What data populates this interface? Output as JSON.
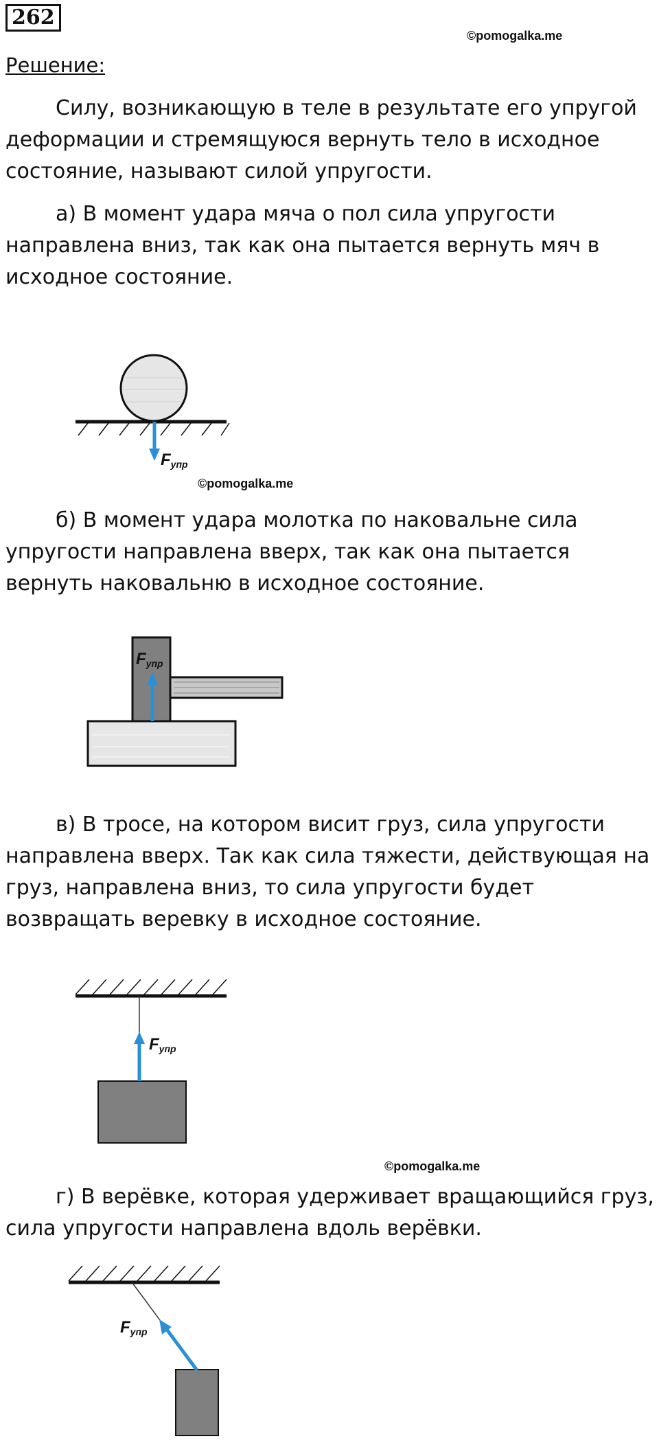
{
  "problem_number": "262",
  "watermark": "©pomogalka.me",
  "heading": "Решение:",
  "paragraphs": {
    "intro": "Силу, возникающую в теле в результате его упругой деформации и стремящуюся вернуть тело в исходное состояние, называют силой упругости.",
    "a": "а) В момент удара мяча о пол сила упругости направлена вниз, так как она пытается вернуть мяч в исходное состояние.",
    "b": "б) В момент удара молотка по наковальне сила упругости направлена вверх, так как она пытается вернуть наковальню в исходное состояние.",
    "v": "в) В тросе, на котором висит груз, сила упругости направлена вверх. Так как сила тяжести, действующая на груз, направлена вниз, то сила упругости будет возвращать веревку в исходное состояние.",
    "g": "г) В верёвке, которая удерживает вращающийся груз, сила упругости направлена вдоль верёвки."
  },
  "force_label": {
    "main": "F",
    "sub": "упр"
  },
  "colors": {
    "arrow": "#2b8fd6",
    "weight": "#808080",
    "light": "#e6e6e6"
  }
}
